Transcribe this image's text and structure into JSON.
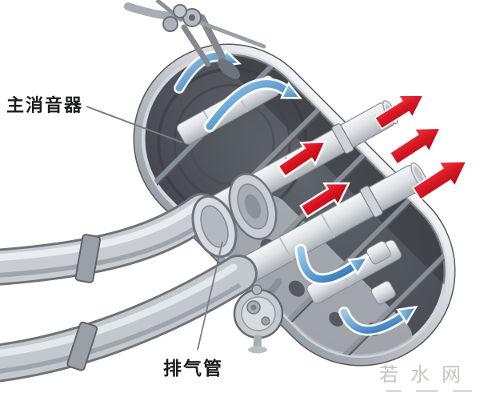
{
  "diagram": {
    "title_context": "car exhaust muffler cutaway diagram",
    "labels": {
      "muffler": "主消音器",
      "exhaust_pipe": "排气管"
    },
    "watermark": "若水网",
    "colors": {
      "background": "#ffffff",
      "flow_internal_blue": "#2a72b4",
      "flow_exhaust_red": "#d8121f",
      "muffler_interior": "#4a4e54",
      "muffler_shell": "#c9cdd2",
      "pipe_metal": "#d6d9dc",
      "label_text": "#1a1b1d",
      "watermark_text": "#c6c5c0",
      "leader_line": "#7a7f85"
    },
    "flow_arrows": {
      "internal_curved_blue_count": 4,
      "exhaust_straight_red_count": 5
    }
  }
}
